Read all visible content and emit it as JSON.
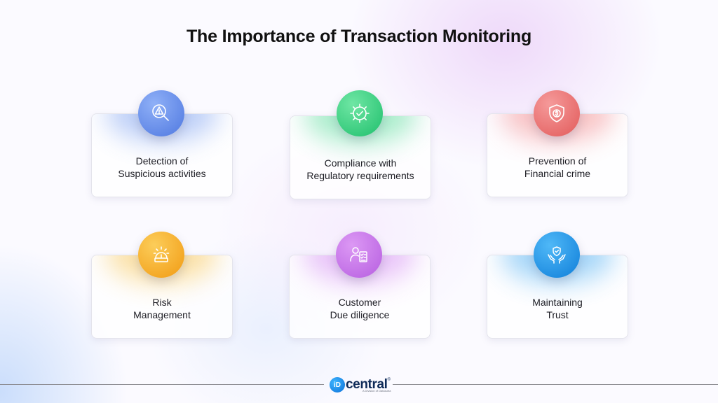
{
  "title": "The Importance of Transaction Monitoring",
  "cards": [
    {
      "line1": "Detection of",
      "line2": "Suspicious activities",
      "icon": "warning-magnifier-icon",
      "color": "#5e88e8"
    },
    {
      "line1": "Compliance with",
      "line2": "Regulatory requirements",
      "icon": "gear-check-icon",
      "color": "#2fcf7c"
    },
    {
      "line1": "Prevention of",
      "line2": "Financial crime",
      "icon": "shield-dollar-icon",
      "color": "#ee6d6d"
    },
    {
      "line1": "Risk",
      "line2": "Management",
      "icon": "risk-alert-icon",
      "color": "#f5a722"
    },
    {
      "line1": "Customer",
      "line2": "Due diligence",
      "icon": "user-checklist-icon",
      "color": "#c46ee8"
    },
    {
      "line1": "Maintaining",
      "line2": "Trust",
      "icon": "hands-shield-icon",
      "color": "#1a8fe6"
    }
  ],
  "logo": {
    "mark": "iD",
    "text": "central",
    "reg": "®",
    "sub": "A Division of Datasutra"
  }
}
